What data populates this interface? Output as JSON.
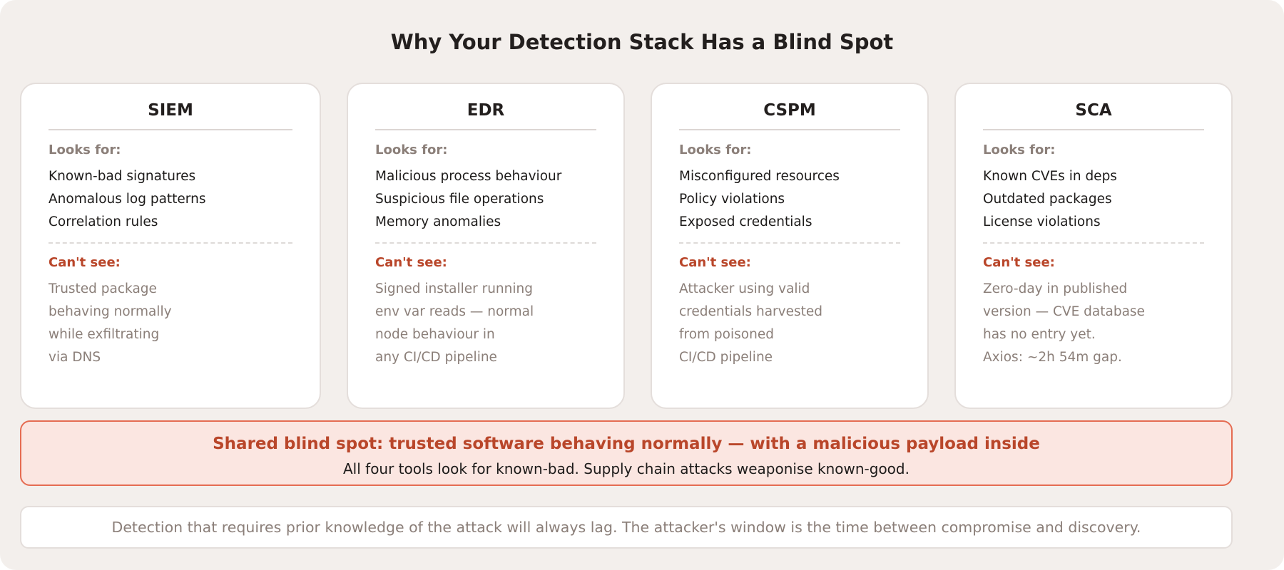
{
  "title": "Why Your Detection Stack Has a Blind Spot",
  "tools": [
    {
      "name": "SIEM",
      "looks_for_label": "Looks for:",
      "looks_for": [
        "Known-bad signatures",
        "Anomalous log patterns",
        "Correlation rules"
      ],
      "cant_see_label": "Can't see:",
      "cant_see": [
        "Trusted package",
        "behaving normally",
        "while exfiltrating",
        "via DNS"
      ]
    },
    {
      "name": "EDR",
      "looks_for_label": "Looks for:",
      "looks_for": [
        "Malicious process behaviour",
        "Suspicious file operations",
        "Memory anomalies"
      ],
      "cant_see_label": "Can't see:",
      "cant_see": [
        "Signed installer running",
        "env var reads — normal",
        "node behaviour in",
        "any CI/CD pipeline"
      ]
    },
    {
      "name": "CSPM",
      "looks_for_label": "Looks for:",
      "looks_for": [
        "Misconfigured resources",
        "Policy violations",
        "Exposed credentials"
      ],
      "cant_see_label": "Can't see:",
      "cant_see": [
        "Attacker using valid",
        "credentials harvested",
        "from poisoned",
        "CI/CD pipeline"
      ]
    },
    {
      "name": "SCA",
      "looks_for_label": "Looks for:",
      "looks_for": [
        "Known CVEs in deps",
        "Outdated packages",
        "License violations"
      ],
      "cant_see_label": "Can't see:",
      "cant_see": [
        "Zero-day in published",
        "version — CVE database",
        "has no entry yet.",
        "Axios: ~2h 54m gap."
      ]
    }
  ],
  "shared": {
    "title": "Shared blind spot: trusted software behaving normally — with a malicious payload inside",
    "subtitle": "All four tools look for known-bad. Supply chain attacks weaponise known-good."
  },
  "footer": "Detection that requires prior knowledge of the attack will always lag. The attacker's window is the time between compromise and discovery.",
  "colors": {
    "background": "#f3efec",
    "accent": "#b9462a",
    "accent_border": "#e56c52",
    "accent_fill": "#fbe6e1",
    "muted_text": "#8b7f79"
  }
}
